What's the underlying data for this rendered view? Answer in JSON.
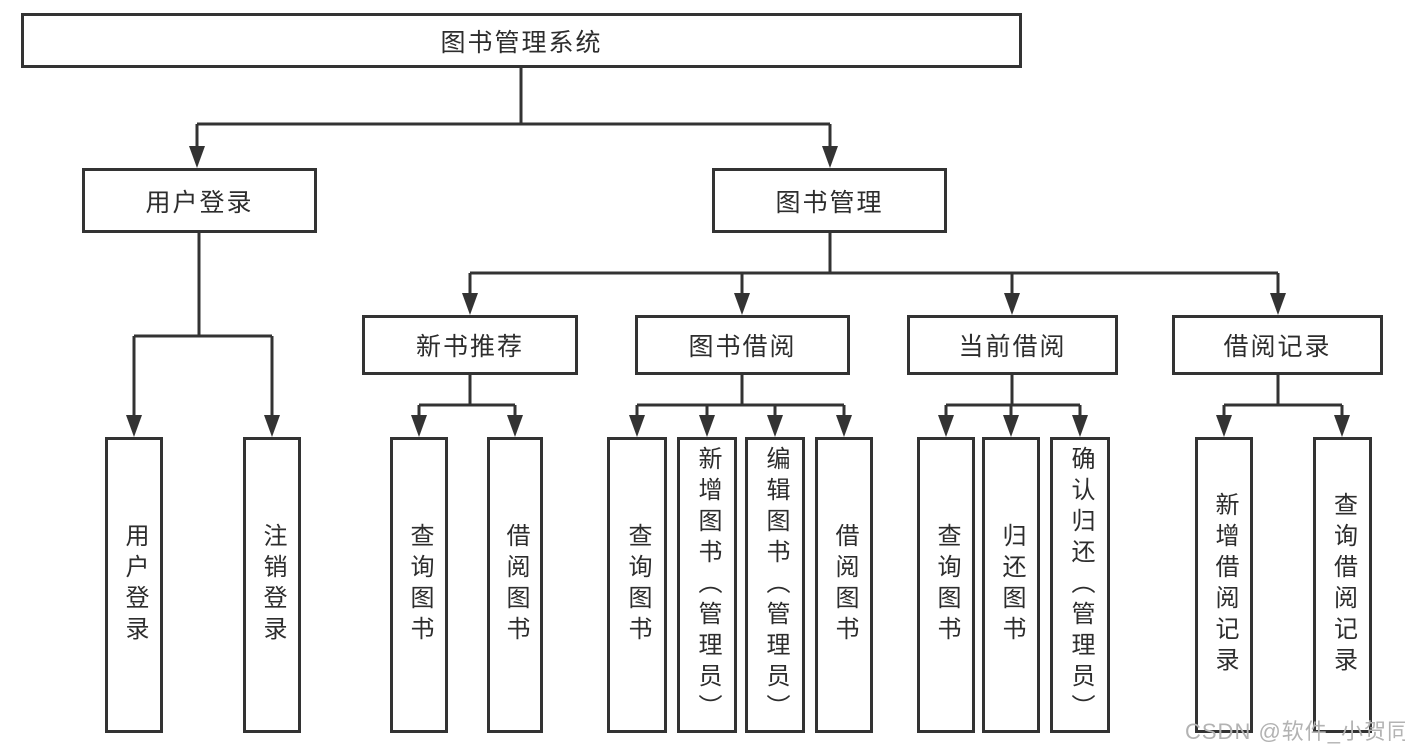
{
  "colors": {
    "background": "#ffffff",
    "line": "#333333",
    "text": "#2d2d2d",
    "watermark": "#b3b3b3"
  },
  "nodes": {
    "root": {
      "label": "图书管理系统"
    },
    "userLogin": {
      "label": "用户登录"
    },
    "bookMgmt": {
      "label": "图书管理"
    },
    "newBookRec": {
      "label": "新书推荐"
    },
    "bookBorrow": {
      "label": "图书借阅"
    },
    "currentBorrow": {
      "label": "当前借阅"
    },
    "borrowRecord": {
      "label": "借阅记录"
    },
    "vUserLogin": {
      "label": "用户登录"
    },
    "vLogout": {
      "label": "注销登录"
    },
    "vQueryBook1": {
      "label": "查询图书"
    },
    "vBorrowBook1": {
      "label": "借阅图书"
    },
    "vQueryBook2": {
      "label": "查询图书"
    },
    "vAddBook": {
      "label": "新增图书（管理员）"
    },
    "vEditBook": {
      "label": "编辑图书（管理员）"
    },
    "vBorrowBook2": {
      "label": "借阅图书"
    },
    "vQueryBook3": {
      "label": "查询图书"
    },
    "vReturnBook": {
      "label": "归还图书"
    },
    "vConfirmReturn": {
      "label": "确认归还（管理员）"
    },
    "vAddRecord": {
      "label": "新增借阅记录"
    },
    "vQueryRecord": {
      "label": "查询借阅记录"
    }
  },
  "structure": {
    "图书管理系统": {
      "用户登录": [
        "用户登录",
        "注销登录"
      ],
      "图书管理": {
        "新书推荐": [
          "查询图书",
          "借阅图书"
        ],
        "图书借阅": [
          "查询图书",
          "新增图书（管理员）",
          "编辑图书（管理员）",
          "借阅图书"
        ],
        "当前借阅": [
          "查询图书",
          "归还图书",
          "确认归还（管理员）"
        ],
        "借阅记录": [
          "新增借阅记录",
          "查询借阅记录"
        ]
      }
    }
  },
  "watermark": {
    "text": "CSDN @软件_小贺同学"
  }
}
